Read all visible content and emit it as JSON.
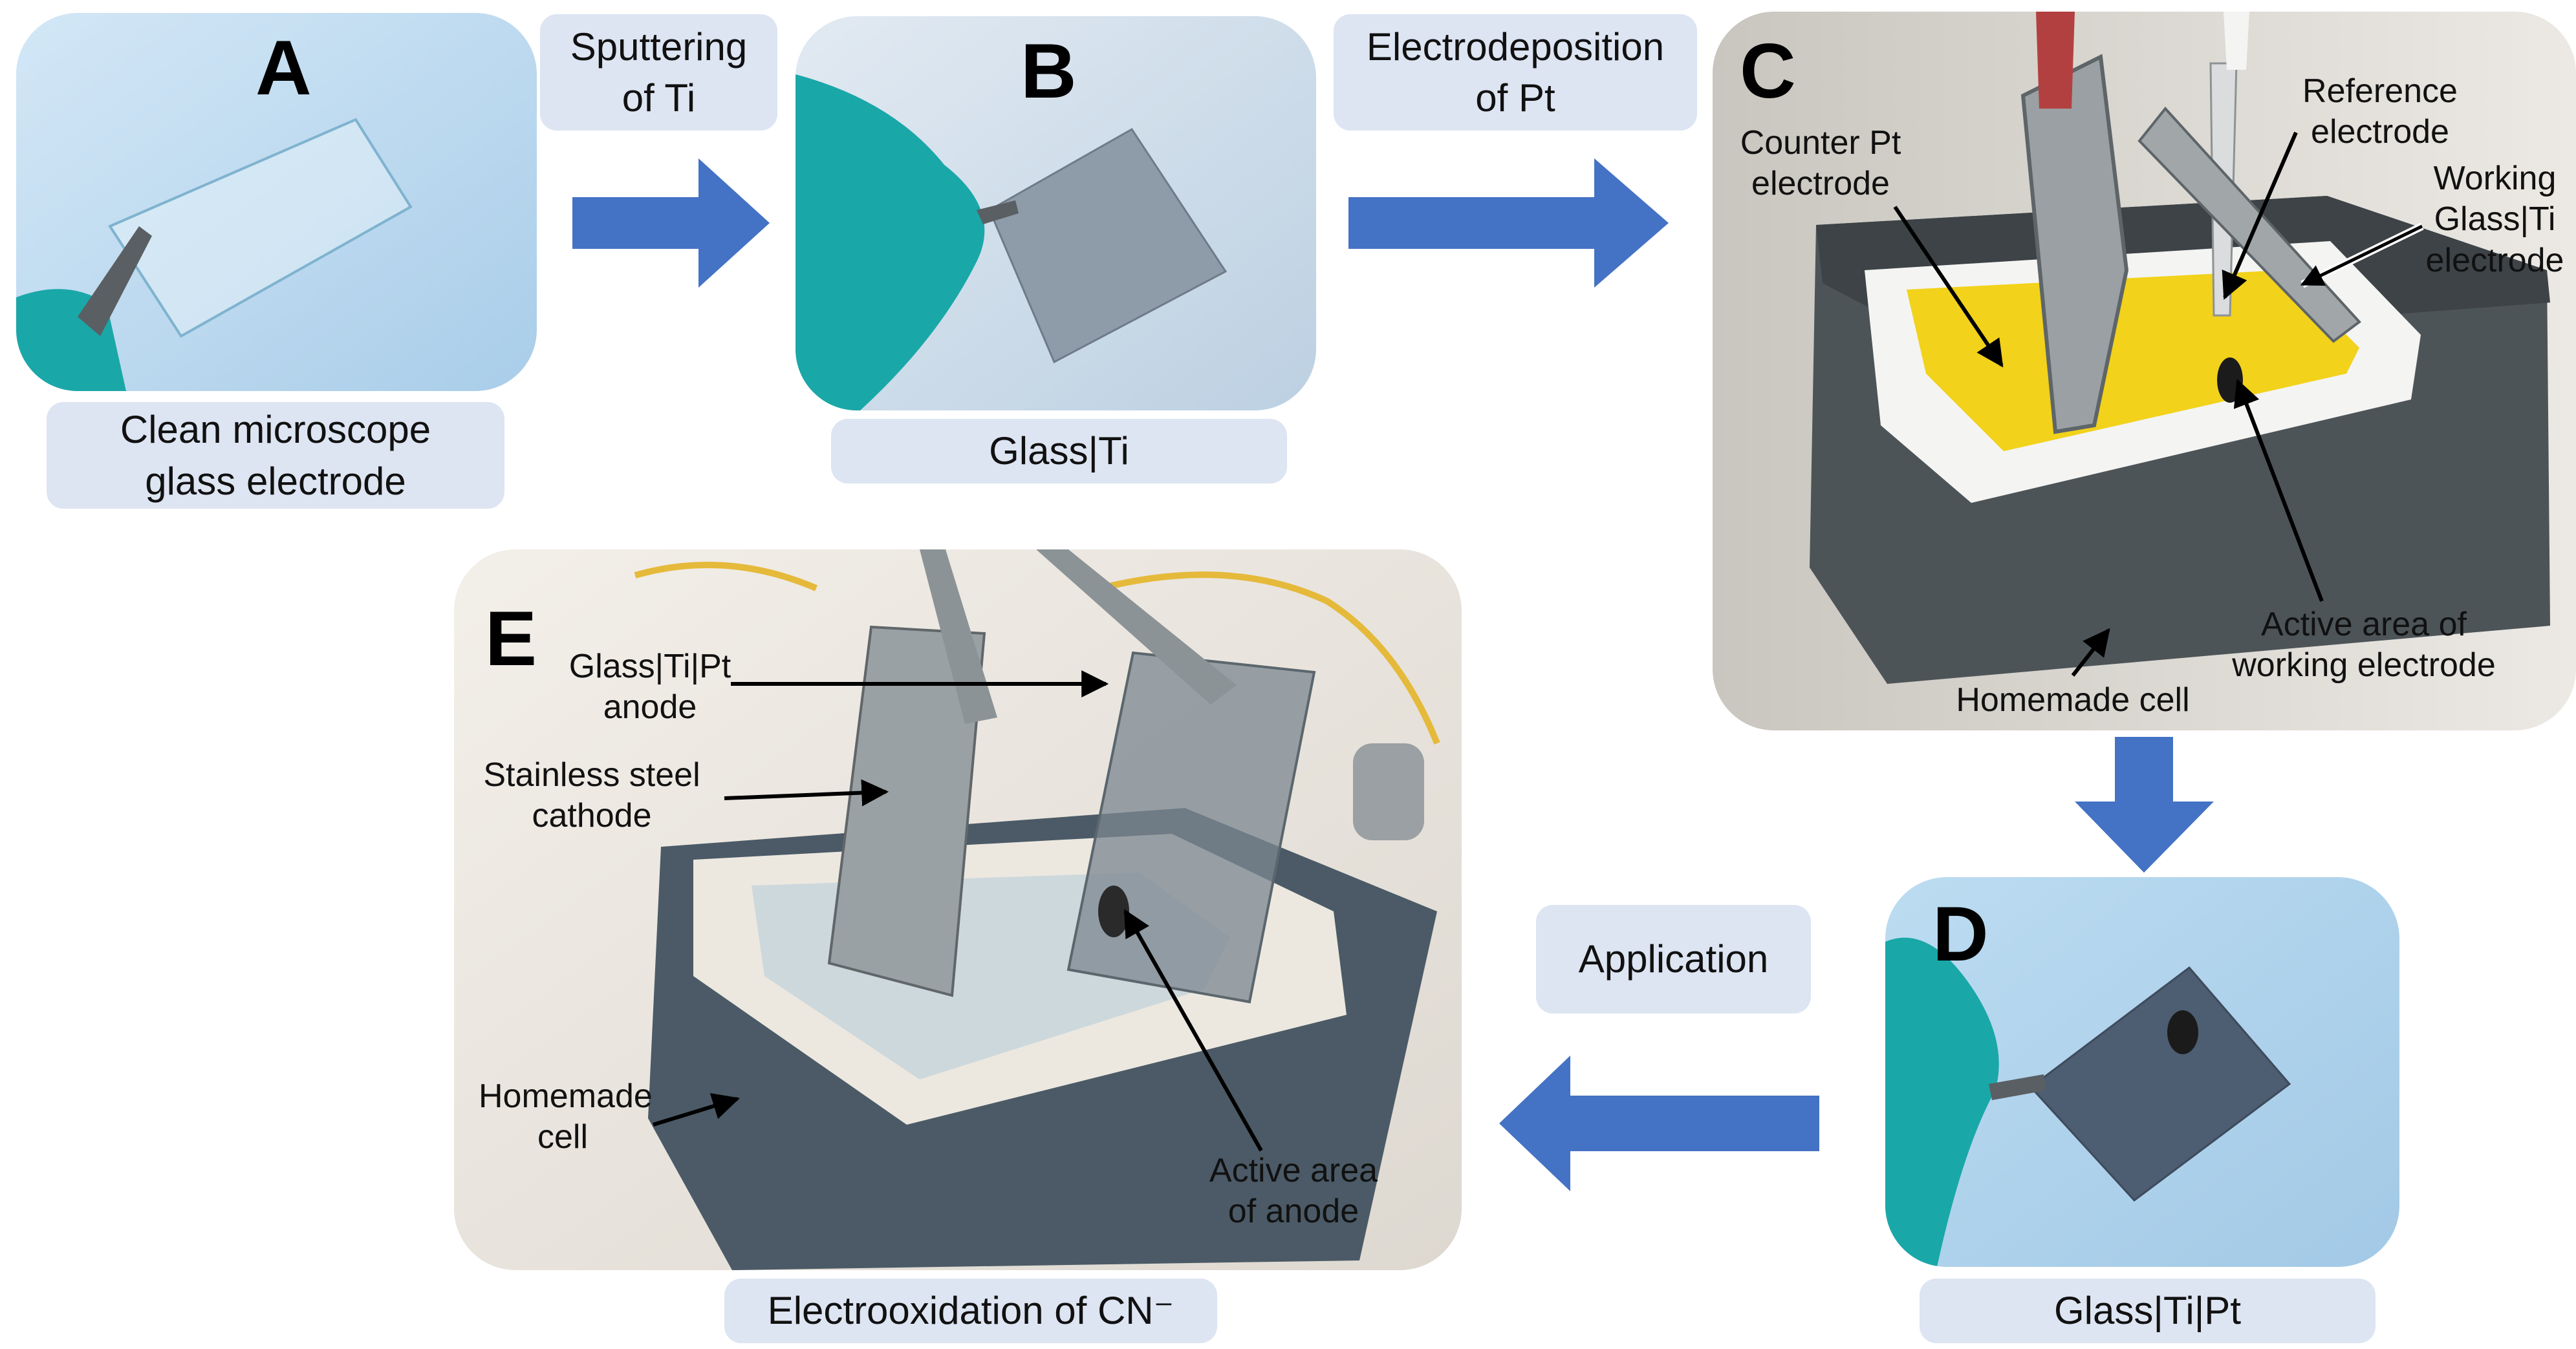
{
  "panels": {
    "a": {
      "label": "A",
      "caption": "Clean microscope\nglass electrode"
    },
    "b": {
      "label": "B",
      "caption": "Glass|Ti"
    },
    "c": {
      "label": "C",
      "counter": "Counter Pt\nelectrode",
      "reference": "Reference\nelectrode",
      "working": "Working\nGlass|Ti\nelectrode",
      "active": "Active area of\nworking electrode",
      "cell": "Homemade cell"
    },
    "d": {
      "label": "D",
      "caption": "Glass|Ti|Pt"
    },
    "e": {
      "label": "E",
      "anode": "Glass|Ti|Pt\nanode",
      "cathode": "Stainless steel\ncathode",
      "cell": "Homemade\ncell",
      "active": "Active area\nof anode",
      "caption": "Electrooxidation of CN⁻"
    }
  },
  "steps": {
    "sputter": "Sputtering\nof Ti",
    "electrodep": "Electrodeposition\nof Pt",
    "application": "Application"
  },
  "colors": {
    "arrow": "#4472c4",
    "caption_bg": "#dde4f2",
    "glove": "#1aa7a8",
    "bg_blue": "#b8d7ee",
    "electrolyte": "#f2d21a",
    "cell_gray": "#4d5458"
  }
}
